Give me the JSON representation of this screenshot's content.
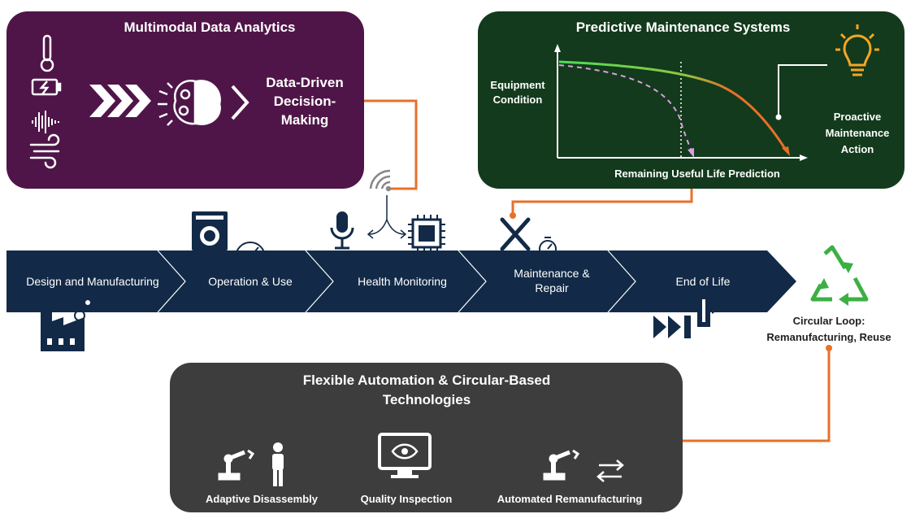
{
  "analytics": {
    "title": "Multimodal Data Analytics",
    "decision_label": "Data-Driven Decision-Making",
    "decision_lines": [
      "Data-Driven",
      "Decision-",
      "Making"
    ]
  },
  "predictive": {
    "title": "Predictive Maintenance Systems",
    "ylabel_lines": [
      "Equipment",
      "Condition"
    ],
    "xlabel": "Remaining Useful Life Prediction",
    "action_lines": [
      "Proactive",
      "Maintenance",
      "Action"
    ]
  },
  "lifecycle": {
    "stages": [
      {
        "label": "Design and Manufacturing"
      },
      {
        "label": "Operation & Use"
      },
      {
        "label": "Health Monitoring"
      },
      {
        "label": "Maintenance & Repair"
      },
      {
        "label": "End of Life"
      }
    ]
  },
  "circular": {
    "label_lines": [
      "Circular Loop:",
      "Remanufacturing, Reuse"
    ]
  },
  "automation": {
    "title": "Flexible Automation & Circular-Based Technologies",
    "items": [
      {
        "label": "Adaptive Disassembly"
      },
      {
        "label": "Quality Inspection"
      },
      {
        "label": "Automated Remanufacturing"
      }
    ]
  },
  "colors": {
    "analytics_bg": "#4f1548",
    "predictive_bg": "#133a1c",
    "automation_bg": "#3d3d3d",
    "arrow_bg": "#122a47",
    "connector": "#e8702a",
    "recycle": "#3cb043"
  }
}
